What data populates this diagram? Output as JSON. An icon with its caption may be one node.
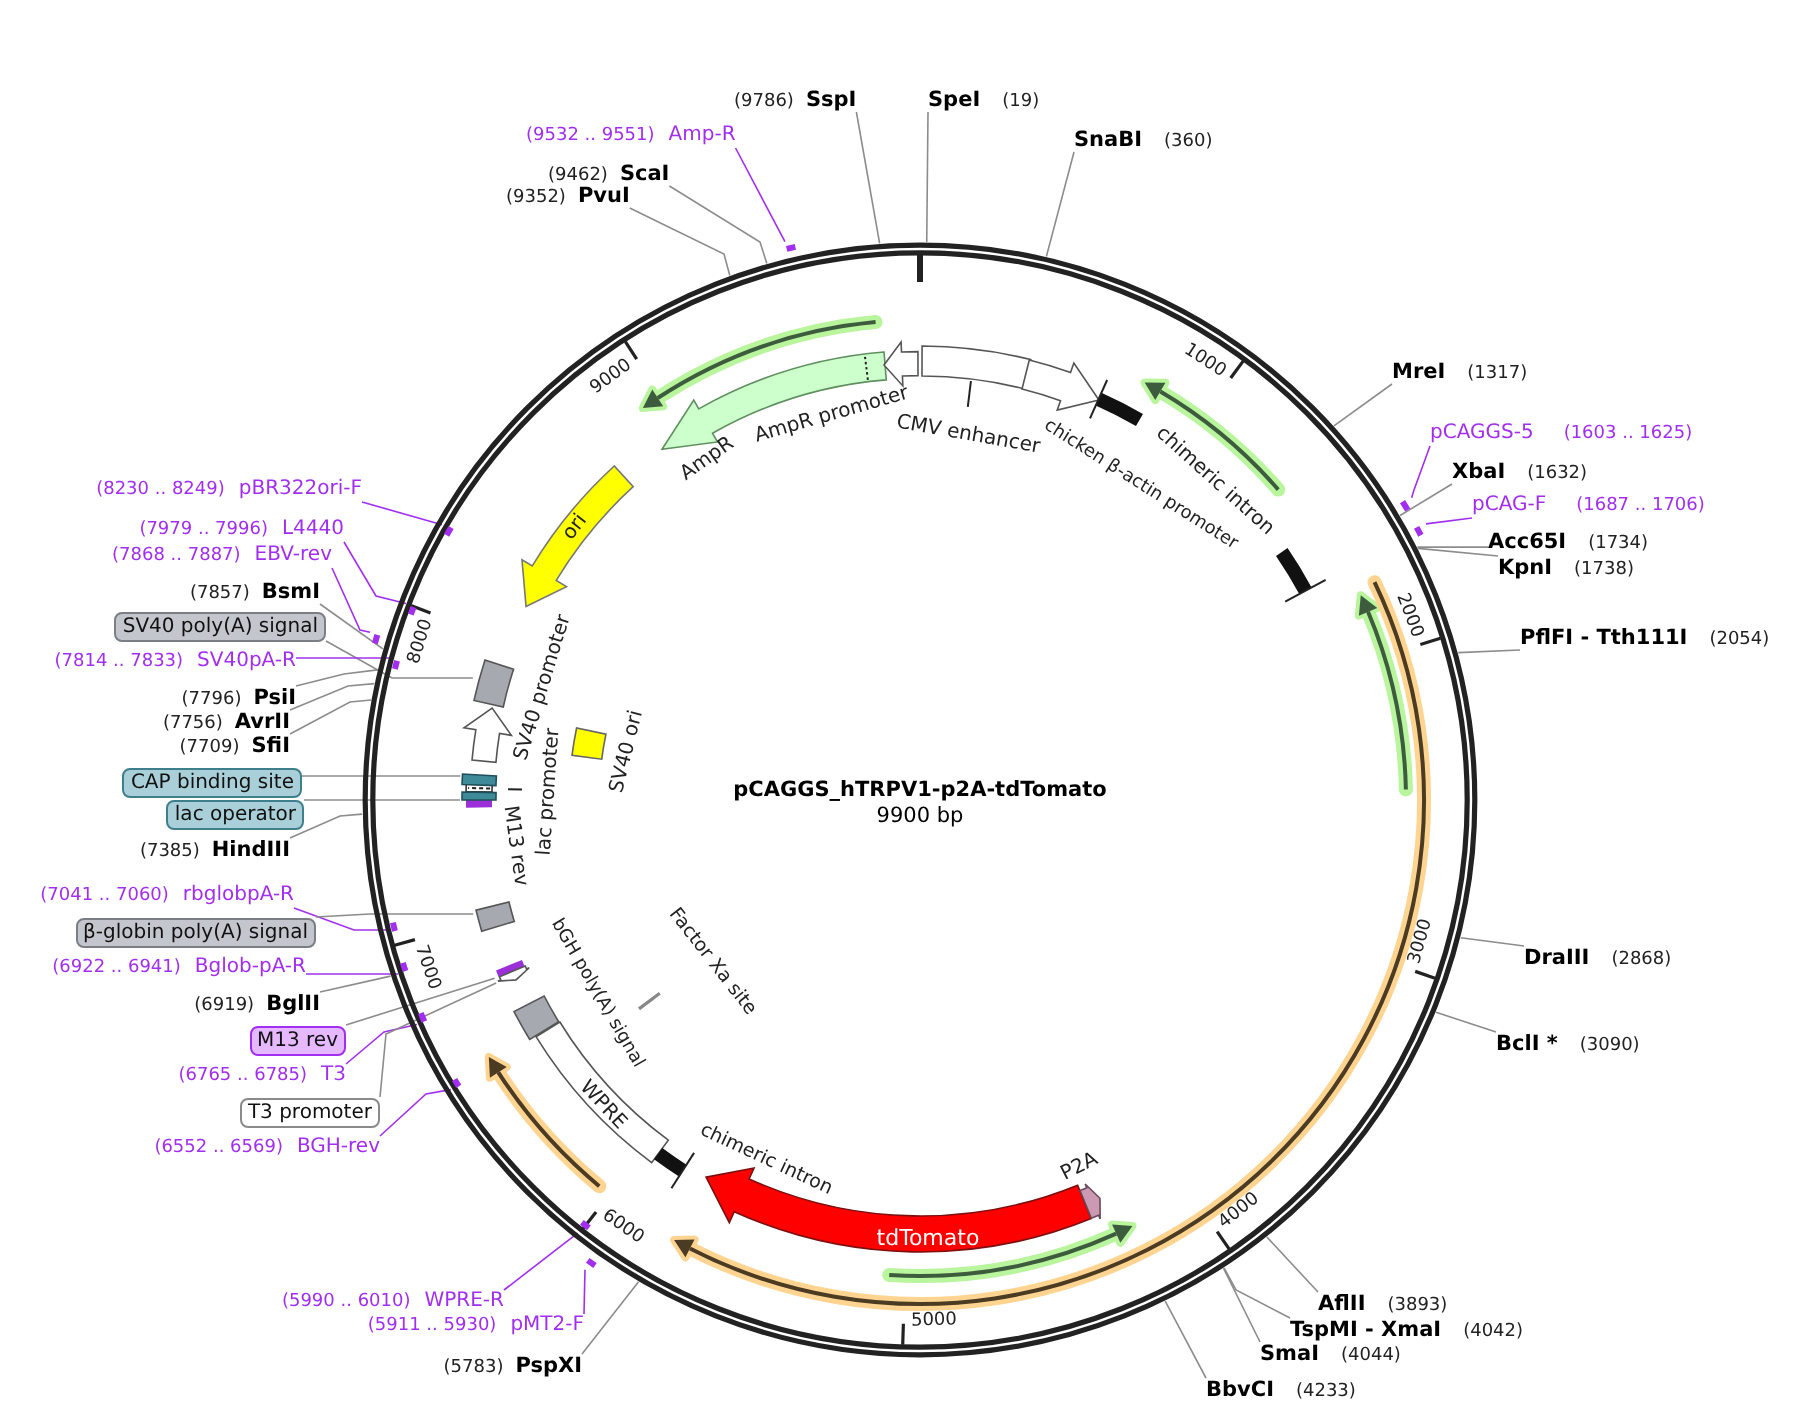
{
  "diagram": {
    "title": "pCAGGS_hTRPV1-p2A-tdTomato",
    "nodes": [
      {
        "text": [],
        "shape": "circle"
      },
      {
        "text": [
          "(9786)",
          "SspI"
        ]
      },
      {
        "text": [
          "SpeI",
          "(19)"
        ]
      },
      {
        "text": [
          "(9532 .. 9551)",
          "Amp-R"
        ]
      },
      {
        "text": [
          "SnaBI",
          "(360)"
        ]
      },
      {
        "text": [
          "(9462)",
          "ScaI"
        ]
      },
      {
        "text": [
          "(9352)",
          "PvuI"
        ]
      },
      {
        "text": [
          "MreI",
          "(1317)"
        ]
      },
      {
        "text": [
          "pCAGGS-5",
          "(1603 .. 1625)"
        ]
      },
      {
        "text": [
          "XbaI",
          "(1632)"
        ]
      },
      {
        "text": [
          "pCAG-F",
          "(1687 .. 1706)"
        ]
      },
      {
        "text": [
          "Acc65I",
          "(1734)"
        ]
      },
      {
        "text": [
          "KpnI",
          "(1738)"
        ]
      },
      {
        "text": [
          "PflFI - Tth111I",
          "(2054)"
        ]
      },
      {
        "text": [
          "DraIII",
          "(2868)"
        ]
      },
      {
        "text": [
          "BclI *",
          "(3090)"
        ]
      },
      {
        "text": [
          "AflII",
          "(3893)"
        ]
      },
      {
        "text": [
          "TspMI - XmaI",
          "(4042)"
        ]
      },
      {
        "text": [
          "SmaI",
          "(4044)"
        ]
      },
      {
        "text": [
          "BbvCI",
          "(4233)"
        ]
      },
      {
        "text": [
          "(8230 .. 8249)",
          "pBR322ori-F"
        ]
      },
      {
        "text": [
          "(7979 .. 7996)",
          "L4440"
        ]
      },
      {
        "text": [
          "(7868 .. 7887)",
          "EBV-rev"
        ]
      },
      {
        "text": [
          "(7857)",
          "BsmI"
        ]
      },
      {
        "text": [
          "SV40 poly(A) signal"
        ]
      },
      {
        "text": [
          "(7814 .. 7833)",
          "SV40pA-R"
        ]
      },
      {
        "text": [
          "(7796)",
          "PsiI"
        ]
      },
      {
        "text": [
          "(7756)",
          "AvrII"
        ]
      },
      {
        "text": [
          "(7709)",
          "SfiI"
        ]
      },
      {
        "text": [
          "CAP binding site"
        ]
      },
      {
        "text": [
          "lac operator"
        ]
      },
      {
        "text": [
          "(7385)",
          "HindIII"
        ]
      },
      {
        "text": [
          "(7041 .. 7060)",
          "rbglobpA-R"
        ]
      },
      {
        "text": [
          "β-globin poly(A) signal"
        ]
      },
      {
        "text": [
          "(6922 .. 6941)",
          "Bglob-pA-R"
        ]
      },
      {
        "text": [
          "(6919)",
          "BglII"
        ]
      },
      {
        "text": [
          "M13 rev"
        ]
      },
      {
        "text": [
          "(6765 .. 6785)",
          "T3"
        ]
      },
      {
        "text": [
          "T3 promoter"
        ]
      },
      {
        "text": [
          "(6552 .. 6569)",
          "BGH-rev"
        ]
      },
      {
        "text": [
          "(5990 .. 6010)",
          "WPRE-R"
        ]
      },
      {
        "text": [
          "(5911 .. 5930)",
          "pMT2-F"
        ]
      },
      {
        "text": [
          "(5783)",
          "PspXI"
        ]
      },
      {
        "text": [],
        "shape": "arrow",
        "beside": [
          "AmpR"
        ],
        "in": 0
      },
      {
        "text": [],
        "shape": "arrow",
        "beside": [
          "AmpR promoter"
        ],
        "in": 0
      },
      {
        "text": [],
        "shape": "box",
        "beside": [
          "CMV enhancer"
        ],
        "in": 0
      },
      {
        "text": [],
        "shape": "arrow",
        "in": 0
      },
      {
        "text": [],
        "shape": "bar",
        "in": 0
      },
      {
        "text": [],
        "shape": "bar",
        "in": 0
      },
      {
        "text": [
          "ori"
        ],
        "in": 0
      },
      {
        "text": [],
        "shape": "arrow",
        "beside": [
          "SV40 promoter"
        ],
        "in": 0
      },
      {
        "text": [],
        "shape": "box",
        "beside": [
          "SV40 ori"
        ],
        "in": 0
      },
      {
        "text": [],
        "shape": "box",
        "beside": [
          "lac promoter"
        ],
        "in": 0
      },
      {
        "text": [],
        "shape": "bar",
        "beside": [
          "M13 rev"
        ],
        "in": 0
      },
      {
        "text": [],
        "shape": "box",
        "beside": [
          "bGH poly(A) signal"
        ],
        "in": 0
      },
      {
        "text": [],
        "shape": "bar",
        "beside": [
          "Factor Xa site"
        ],
        "in": 0
      },
      {
        "text": [
          "WPRE"
        ],
        "in": 0
      },
      {
        "text": [],
        "shape": "bar",
        "beside": [
          "chimeric intron"
        ],
        "in": 0
      },
      {
        "text": [
          "tdTomato"
        ],
        "in": 0
      },
      {
        "text": [],
        "shape": "arrow",
        "beside": [
          "P2A"
        ],
        "in": 0
      },
      {
        "text": [],
        "shape": "box",
        "in": 0
      },
      {
        "text": [],
        "shape": "box",
        "in": 0
      },
      {
        "text": [],
        "shape": "box",
        "in": 0
      },
      {
        "text": [],
        "shape": "box",
        "in": 0
      },
      {
        "text": [],
        "shape": "bar",
        "in": 0
      },
      {
        "text": [],
        "shape": "arrow",
        "in": 0
      },
      {
        "text": [],
        "shape": "bar",
        "in": 0
      },
      {
        "text": [],
        "shape": "bar",
        "in": 0
      },
      {
        "text": [],
        "shape": "bar",
        "in": 0
      },
      {
        "text": [],
        "shape": "bar",
        "in": 0
      },
      {
        "text": [],
        "shape": "bar",
        "in": 0
      },
      {
        "text": [],
        "shape": "bar",
        "in": 0
      },
      {
        "text": [],
        "shape": "bar",
        "in": 0
      },
      {
        "text": [],
        "shape": "bar",
        "in": 0
      },
      {
        "text": [],
        "shape": "bar",
        "in": 0
      },
      {
        "text": [],
        "shape": "bar",
        "in": 0
      },
      {
        "text": [],
        "shape": "bar",
        "in": 0
      },
      {
        "text": [],
        "shape": "bar",
        "in": 0
      },
      {
        "text": [],
        "shape": "bar",
        "in": 0
      }
    ],
    "edges": [
      {
        "from": 1,
        "to": 0,
        "arrow": "none"
      },
      {
        "from": 2,
        "to": 0,
        "arrow": "none"
      },
      {
        "from": 3,
        "to": 66,
        "arrow": "none",
        "color": "#a22ff0"
      },
      {
        "from": 4,
        "to": 0,
        "arrow": "none"
      },
      {
        "from": 5,
        "to": 0,
        "arrow": "none"
      },
      {
        "from": 6,
        "to": 0,
        "arrow": "none"
      },
      {
        "from": 7,
        "to": 0,
        "arrow": "none"
      },
      {
        "from": 8,
        "to": 67,
        "arrow": "none",
        "color": "#a22ff0"
      },
      {
        "from": 9,
        "to": 0,
        "arrow": "none"
      },
      {
        "from": 10,
        "to": 68,
        "arrow": "none",
        "color": "#a22ff0"
      },
      {
        "from": 11,
        "to": 0,
        "arrow": "none"
      },
      {
        "from": 12,
        "to": 0,
        "arrow": "none"
      },
      {
        "from": 13,
        "to": 0,
        "arrow": "none"
      },
      {
        "from": 14,
        "to": 0,
        "arrow": "none"
      },
      {
        "from": 15,
        "to": 0,
        "arrow": "none"
      },
      {
        "from": 16,
        "to": 0,
        "arrow": "none"
      },
      {
        "from": 17,
        "to": 0,
        "arrow": "none"
      },
      {
        "from": 18,
        "to": 0,
        "arrow": "none"
      },
      {
        "from": 19,
        "to": 0,
        "arrow": "none"
      },
      {
        "from": 20,
        "to": 69,
        "arrow": "none",
        "color": "#a22ff0"
      },
      {
        "from": 21,
        "to": 70,
        "arrow": "none",
        "color": "#a22ff0"
      },
      {
        "from": 22,
        "to": 71,
        "arrow": "none",
        "color": "#a22ff0"
      },
      {
        "from": 23,
        "to": 0,
        "arrow": "none"
      },
      {
        "from": 24,
        "to": 60,
        "arrow": "none"
      },
      {
        "from": 25,
        "to": 72,
        "arrow": "none",
        "color": "#a22ff0"
      },
      {
        "from": 26,
        "to": 0,
        "arrow": "none"
      },
      {
        "from": 27,
        "to": 0,
        "arrow": "none"
      },
      {
        "from": 28,
        "to": 0,
        "arrow": "none"
      },
      {
        "from": 29,
        "to": 61,
        "arrow": "none"
      },
      {
        "from": 30,
        "to": 62,
        "arrow": "none"
      },
      {
        "from": 31,
        "to": 0,
        "arrow": "none"
      },
      {
        "from": 32,
        "to": 73,
        "arrow": "none",
        "color": "#a22ff0"
      },
      {
        "from": 33,
        "to": 63,
        "arrow": "none"
      },
      {
        "from": 34,
        "to": 74,
        "arrow": "none",
        "color": "#a22ff0"
      },
      {
        "from": 35,
        "to": 0,
        "arrow": "none"
      },
      {
        "from": 36,
        "to": 64,
        "arrow": "none"
      },
      {
        "from": 37,
        "to": 75,
        "arrow": "none",
        "color": "#a22ff0"
      },
      {
        "from": 38,
        "to": 65,
        "arrow": "none"
      },
      {
        "from": 39,
        "to": 76,
        "arrow": "none",
        "color": "#a22ff0"
      },
      {
        "from": 40,
        "to": 77,
        "arrow": "none",
        "color": "#a22ff0"
      },
      {
        "from": 41,
        "to": 78,
        "arrow": "none",
        "color": "#a22ff0"
      },
      {
        "from": 42,
        "to": 0,
        "arrow": "none"
      }
    ],
    "labels": [
      "9900 bp",
      "chicken β-actin promoter",
      "chimeric intron",
      "1000",
      "2000",
      "3000",
      "4000",
      "5000",
      "6000",
      "7000",
      "8000",
      "9000"
    ]
  }
}
